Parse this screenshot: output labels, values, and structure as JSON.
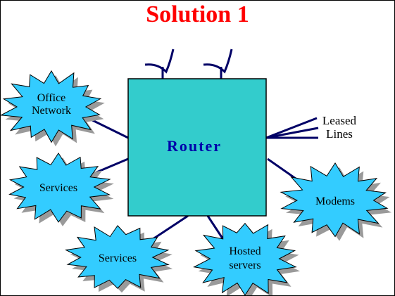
{
  "title": "Solution 1",
  "router": {
    "label": "Router",
    "fill": "#33cccc",
    "text_color": "#0000aa"
  },
  "bursts": [
    {
      "id": "office-network",
      "lines": [
        "Office",
        "Network"
      ]
    },
    {
      "id": "services-left",
      "lines": [
        "Services"
      ]
    },
    {
      "id": "services-bottom",
      "lines": [
        "Services"
      ]
    },
    {
      "id": "hosted-servers",
      "lines": [
        "Hosted",
        "servers"
      ]
    },
    {
      "id": "modems",
      "lines": [
        "Modems"
      ]
    }
  ],
  "leased_lines": {
    "lines": [
      "Leased",
      "Lines"
    ]
  },
  "colors": {
    "title": "#ff0000",
    "link": "#000066",
    "burst_fill": "#33ccff",
    "burst_shadow": "#9a9a9a"
  },
  "icons": [
    "antenna-icon",
    "antenna-icon"
  ]
}
